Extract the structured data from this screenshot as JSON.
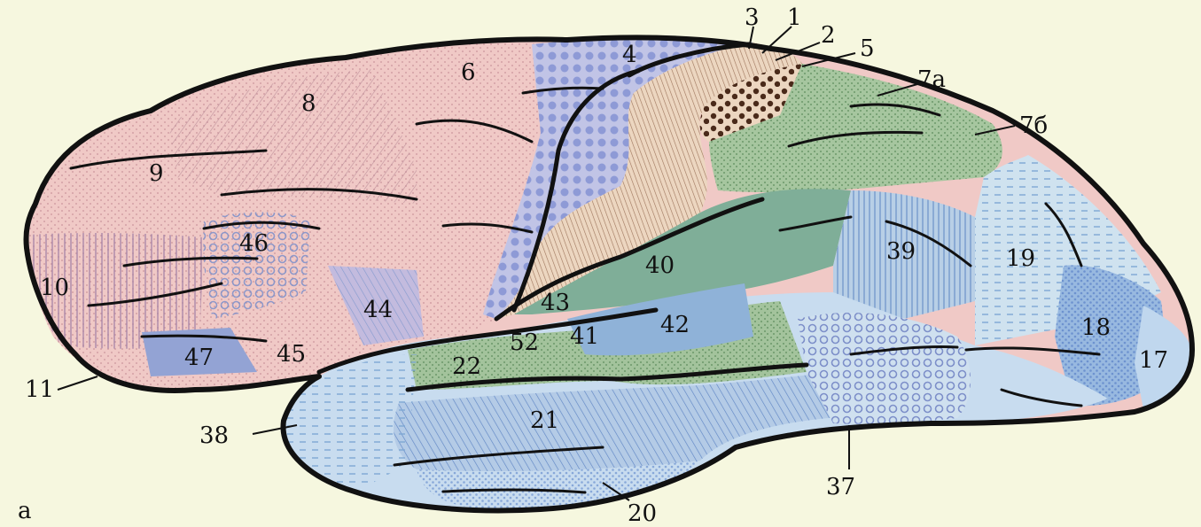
{
  "figure": {
    "panel_letter": "а",
    "colors": {
      "background": "#f6f7df",
      "frontal_pink": "#f0c9c6",
      "motor_blue": "#8e9ad6",
      "somatosensory_tan": "#e8c8a8",
      "parietal_green": "#9dbf9a",
      "temporal_blue": "#aacbe6",
      "occipital_lightblue": "#c6dfee",
      "outline": "#111111"
    },
    "area_labels": [
      {
        "key": "a3",
        "text": "3"
      },
      {
        "key": "a1",
        "text": "1"
      },
      {
        "key": "a2",
        "text": "2"
      },
      {
        "key": "a5",
        "text": "5"
      },
      {
        "key": "a4",
        "text": "4"
      },
      {
        "key": "a6",
        "text": "6"
      },
      {
        "key": "a7a",
        "text": "7а"
      },
      {
        "key": "a7b",
        "text": "7б"
      },
      {
        "key": "a8",
        "text": "8"
      },
      {
        "key": "a9",
        "text": "9"
      },
      {
        "key": "a46",
        "text": "46"
      },
      {
        "key": "a10",
        "text": "10"
      },
      {
        "key": "a40",
        "text": "40"
      },
      {
        "key": "a39",
        "text": "39"
      },
      {
        "key": "a19",
        "text": "19"
      },
      {
        "key": "a43",
        "text": "43"
      },
      {
        "key": "a44",
        "text": "44"
      },
      {
        "key": "a42",
        "text": "42"
      },
      {
        "key": "a41",
        "text": "41"
      },
      {
        "key": "a52",
        "text": "52"
      },
      {
        "key": "a18",
        "text": "18"
      },
      {
        "key": "a17",
        "text": "17"
      },
      {
        "key": "a47",
        "text": "47"
      },
      {
        "key": "a45",
        "text": "45"
      },
      {
        "key": "a22",
        "text": "22"
      },
      {
        "key": "a11",
        "text": "11"
      },
      {
        "key": "a21",
        "text": "21"
      },
      {
        "key": "a38",
        "text": "38"
      },
      {
        "key": "a37",
        "text": "37"
      },
      {
        "key": "a20",
        "text": "20"
      }
    ]
  }
}
